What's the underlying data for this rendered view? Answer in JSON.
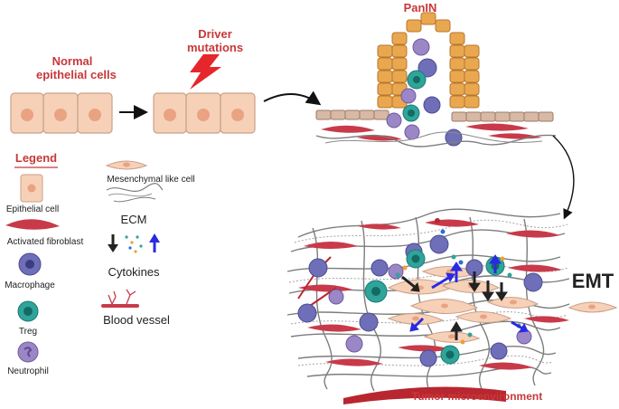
{
  "labels": {
    "normal": [
      "Normal",
      "epithelial cells"
    ],
    "driver": [
      "Driver",
      "mutations"
    ],
    "panin": "PanIN",
    "emt": "EMT",
    "tme": "Tumor microenvironment"
  },
  "legend": {
    "title": "Legend",
    "epithelial": "Epithelial cell",
    "fibroblast": "Activated fibroblast",
    "macrophage": "Macrophage",
    "treg": "Treg",
    "neutrophil": "Neutrophil",
    "mesenchymal": "Mesenchymal like cell",
    "ecm": "ECM",
    "cytokines": "Cytokines",
    "vessel": "Blood vessel"
  },
  "colors": {
    "title_red": "#c8383a",
    "epithelial_fill": "#f6d1b8",
    "epithelial_nucleus": "#e9a382",
    "panin_cell": "#e9a84f",
    "fibroblast": "#c83a4a",
    "macrophage": "#6e6fb8",
    "treg": "#2fa49a",
    "neutrophil": "#9b86c6",
    "ecm": "#7d7d7d",
    "arrow_up": "#2a2ae0",
    "arrow_down": "#222222"
  },
  "icons": [
    "lightning-icon",
    "arrow-icon"
  ]
}
